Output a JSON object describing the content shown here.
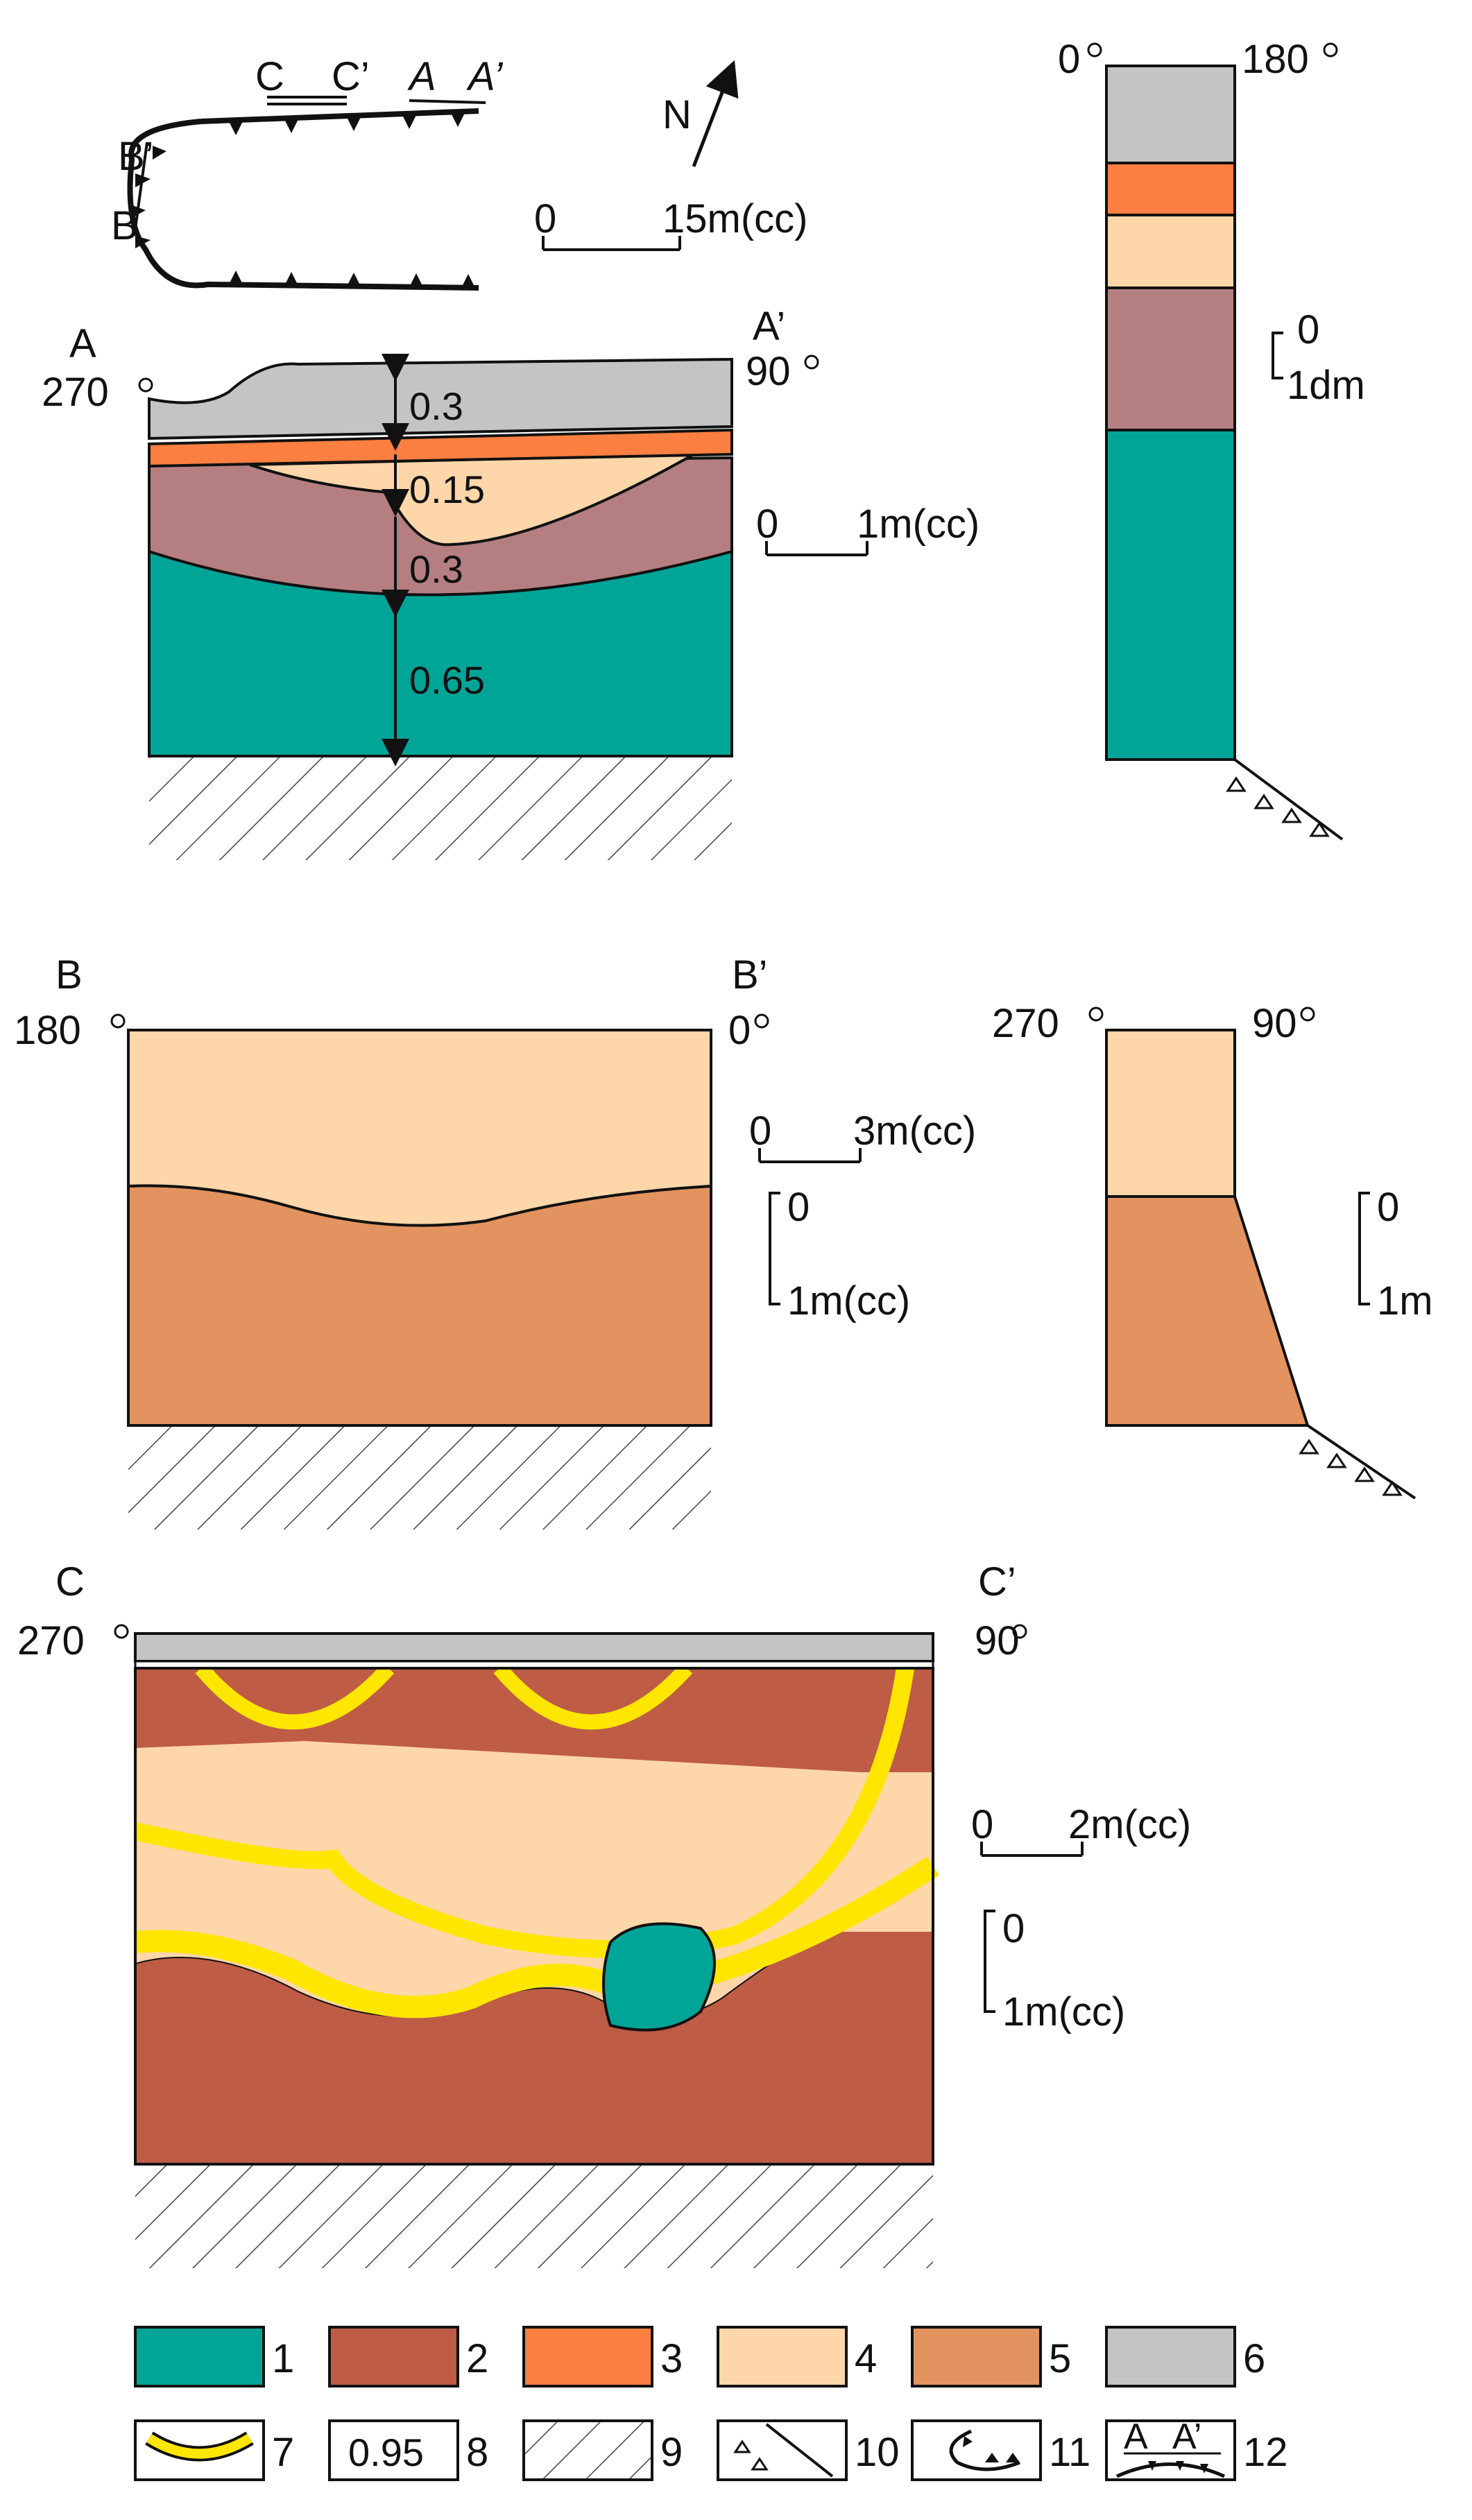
{
  "colors": {
    "1": "#00a597",
    "2": "#be5c46",
    "3": "#fa7f40",
    "4": "#fdd6a9",
    "5": "#e2935f",
    "6": "#c4c4c4",
    "7": "#ffe600",
    "dm_layer": "#b57f82",
    "line": "#111111"
  },
  "map": {
    "label_C": "C",
    "label_Cp": "C’",
    "label_A": "A",
    "label_Ap": "A’",
    "label_B": "B",
    "label_Bp": "B’",
    "north": "N",
    "scale_zero": "0",
    "scale_text": "15m(cc)"
  },
  "sectionA": {
    "left_label": "A",
    "right_label": "A’",
    "left_angle": "270",
    "right_angle": "90",
    "thicknesses": [
      "0.3",
      "0.15",
      "0.3",
      "0.65"
    ],
    "scale_zero": "0",
    "scale_text": "1m(cc)"
  },
  "columnA": {
    "left_angle": "0",
    "right_angle": "180",
    "scale_zero": "0",
    "scale_text": "1dm"
  },
  "sectionB": {
    "left_label": "B",
    "right_label": "B’",
    "left_angle": "180",
    "right_angle": "0",
    "hscale_zero": "0",
    "hscale_text": "3m(cc)",
    "vscale_zero": "0",
    "vscale_text": "1m(cc)"
  },
  "columnB": {
    "left_angle": "270",
    "right_angle": "90",
    "scale_zero": "0",
    "scale_text": "1m"
  },
  "sectionC": {
    "left_label": "C",
    "right_label": "C’",
    "left_angle": "270",
    "right_angle": "90",
    "hscale_zero": "0",
    "hscale_text": "2m(cc)",
    "vscale_zero": "0",
    "vscale_text": "1m(cc)"
  },
  "legend": {
    "items": [
      "1",
      "2",
      "3",
      "4",
      "5",
      "6",
      "7",
      "8",
      "9",
      "10",
      "11",
      "12"
    ],
    "sample_value": "0.95",
    "sample_A": "A",
    "sample_Ap": "A’"
  }
}
